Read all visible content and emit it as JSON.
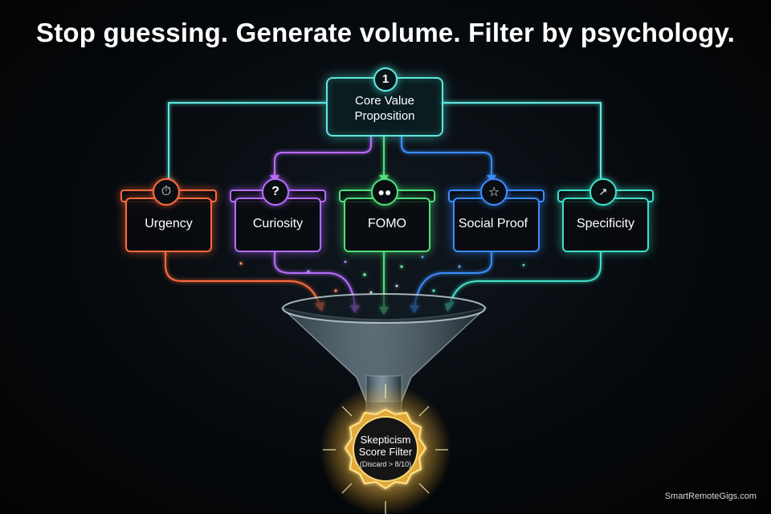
{
  "title": "Stop guessing. Generate volume. Filter by psychology.",
  "core": {
    "badge": "1",
    "label_line1": "Core Value",
    "label_line2": "Proposition",
    "color": "#5ee8e0"
  },
  "categories": [
    {
      "key": "urgency",
      "label": "Urgency",
      "color": "#ff6a3d",
      "icon": "stopwatch-icon"
    },
    {
      "key": "curiosity",
      "label": "Curiosity",
      "color": "#b76cff",
      "icon": "question-icon"
    },
    {
      "key": "fomo",
      "label": "FOMO",
      "color": "#4ee07a",
      "icon": "crowd-icon"
    },
    {
      "key": "social-proof",
      "label": "Social Proof",
      "color": "#3a8cff",
      "icon": "star-icon"
    },
    {
      "key": "specificity",
      "label": "Specificity",
      "color": "#3fe0c8",
      "icon": "chart-up-icon"
    }
  ],
  "filter": {
    "line1": "Skepticism",
    "line2": "Score Filter",
    "line3": "(Discard > 8/10)",
    "color": "#f2c14e"
  },
  "watermark": "SmartRemoteGigs.com"
}
